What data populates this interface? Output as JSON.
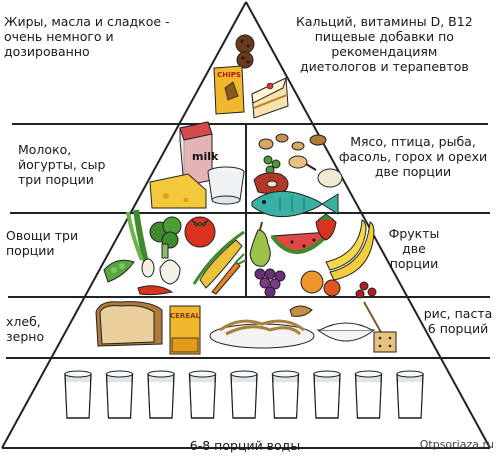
{
  "tiers": {
    "top_left": "Жиры, масла и сладкое -\nочень немного и\nдозированно",
    "top_right": "Кальций, витамины D, B12\nпищевые добавки по\nрекомендациям\nдиетологов и терапевтов",
    "dairy": "Молоко,\nйогурты, сыр\nтри порции",
    "meat": "Мясо, птица, рыба,\nфасоль, горох и орехи\nдве порции",
    "vegetables": "Овощи три\nпорции",
    "fruits": "Фрукты\nдве\nпорции",
    "bread": "хлеб,\nзерно",
    "rice": "рис, паста\n6 порций",
    "water": "6-8 порций воды"
  },
  "food_labels": {
    "chips": "CHIPS",
    "milk": "milk",
    "cereal": "CEREAL"
  },
  "source": "Otpsoriaza.ru",
  "water_glasses": 9,
  "colors": {
    "line": "#222222",
    "tomato": "#d9321f",
    "green": "#3e8a2c",
    "bread": "#b07a3a",
    "cheese": "#f3c93b",
    "glass": "#dfe6ea"
  }
}
